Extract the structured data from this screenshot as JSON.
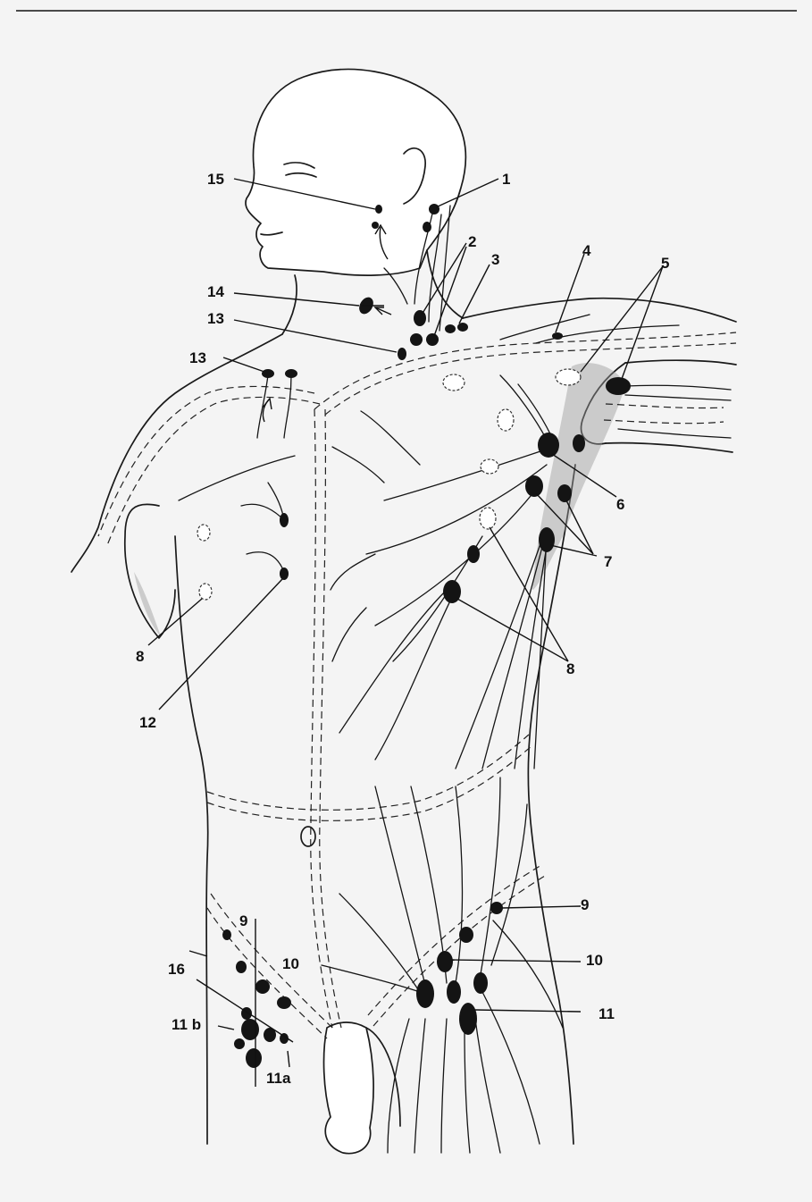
{
  "labels": {
    "n1": "1",
    "n2": "2",
    "n3": "3",
    "n4": "4",
    "n5": "5",
    "n6": "6",
    "n7": "7",
    "n8_left": "8",
    "n8_right": "8",
    "n9_left": "9",
    "n9_right": "9",
    "n10_left": "10",
    "n10_right": "10",
    "n11_right": "11",
    "n11a": "11a",
    "n11b": "11 b",
    "n12": "12",
    "n13_neck": "13",
    "n13_shoulder": "13",
    "n14": "14",
    "n15": "15",
    "n16": "16"
  }
}
